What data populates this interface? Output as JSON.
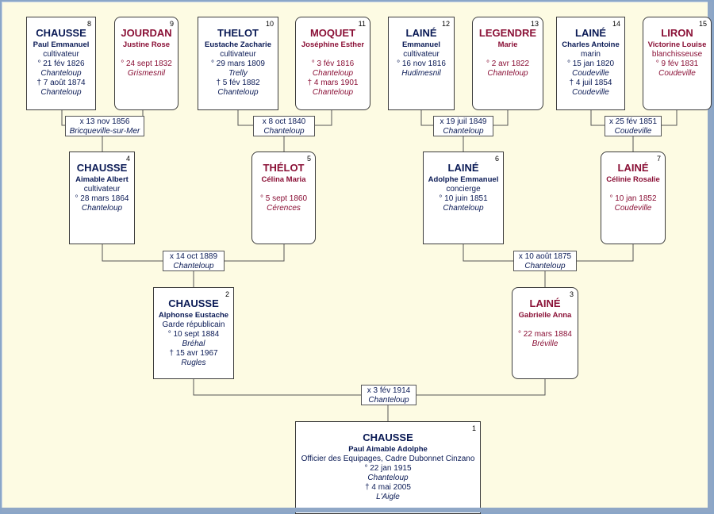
{
  "persons": {
    "p1": {
      "num": "1",
      "surname": "CHAUSSE",
      "given": "Paul Aimable Adolphe",
      "occupation": "Officier des Equipages, Cadre Dubonnet Cinzano",
      "birth": "° 22 jan 1915",
      "birth_place": "Chanteloup",
      "death": "† 4 mai 2005",
      "death_place": "L'Aigle"
    },
    "p2": {
      "num": "2",
      "surname": "CHAUSSE",
      "given": "Alphonse Eustache",
      "occupation": "Garde républicain",
      "birth": "° 10 sept 1884",
      "birth_place": "Bréhal",
      "death": "† 15 avr 1967",
      "death_place": "Rugles"
    },
    "p3": {
      "num": "3",
      "surname": "LAINÉ",
      "given": "Gabrielle Anna",
      "birth": "° 22 mars 1884",
      "birth_place": "Bréville"
    },
    "p4": {
      "num": "4",
      "surname": "CHAUSSE",
      "given": "Aimable Albert",
      "occupation": "cultivateur",
      "birth": "° 28 mars 1864",
      "birth_place": "Chanteloup"
    },
    "p5": {
      "num": "5",
      "surname": "THÉLOT",
      "given": "Célina Maria",
      "birth": "° 5 sept 1860",
      "birth_place": "Cérences"
    },
    "p6": {
      "num": "6",
      "surname": "LAINÉ",
      "given": "Adolphe Emmanuel",
      "occupation": "concierge",
      "birth": "° 10 juin 1851",
      "birth_place": "Chanteloup"
    },
    "p7": {
      "num": "7",
      "surname": "LAINÉ",
      "given": "Célinie Rosalie",
      "birth": "° 10 jan 1852",
      "birth_place": "Coudeville"
    },
    "p8": {
      "num": "8",
      "surname": "CHAUSSE",
      "given": "Paul Emmanuel",
      "occupation": "cultivateur",
      "birth": "° 21 fév 1826",
      "birth_place": "Chanteloup",
      "death": "† 7 août 1874",
      "death_place": "Chanteloup"
    },
    "p9": {
      "num": "9",
      "surname": "JOURDAN",
      "given": "Justine Rose",
      "birth": "° 24 sept 1832",
      "birth_place": "Grismesnil"
    },
    "p10": {
      "num": "10",
      "surname": "THELOT",
      "given": "Eustache Zacharie",
      "occupation": "cultivateur",
      "birth": "° 29 mars 1809",
      "birth_place": "Trelly",
      "death": "† 5 fév 1882",
      "death_place": "Chanteloup"
    },
    "p11": {
      "num": "11",
      "surname": "MOQUET",
      "given": "Joséphine Esther",
      "birth": "° 3 fév 1816",
      "birth_place": "Chanteloup",
      "death": "† 4 mars 1901",
      "death_place": "Chanteloup"
    },
    "p12": {
      "num": "12",
      "surname": "LAINÉ",
      "given": "Emmanuel",
      "occupation": "cultivateur",
      "birth": "° 16 nov 1816",
      "birth_place": "Hudimesnil"
    },
    "p13": {
      "num": "13",
      "surname": "LEGENDRE",
      "given": "Marie",
      "birth": "° 2 avr 1822",
      "birth_place": "Chanteloup"
    },
    "p14": {
      "num": "14",
      "surname": "LAINÉ",
      "given": "Charles Antoine",
      "occupation": "marin",
      "birth": "° 15 jan 1820",
      "birth_place": "Coudeville",
      "death": "† 4 juil 1854",
      "death_place": "Coudeville"
    },
    "p15": {
      "num": "15",
      "surname": "LIRON",
      "given": "Victorine Louise",
      "occupation": "blanchisseuse",
      "birth": "° 9 fév 1831",
      "birth_place": "Coudeville"
    }
  },
  "marriages": {
    "m1": {
      "date": "x 3 fév 1914",
      "place": "Chanteloup"
    },
    "m2": {
      "date": "x 14 oct 1889",
      "place": "Chanteloup"
    },
    "m3": {
      "date": "x 10 août 1875",
      "place": "Chanteloup"
    },
    "m4": {
      "date": "x 13 nov 1856",
      "place": "Bricqueville-sur-Mer"
    },
    "m5": {
      "date": "x 8 oct 1840",
      "place": "Chanteloup"
    },
    "m6": {
      "date": "x 19 juil 1849",
      "place": "Chanteloup"
    },
    "m7": {
      "date": "x 25 fév 1851",
      "place": "Coudeville"
    }
  },
  "colors": {
    "male": "#0a1a55",
    "female": "#8a1036",
    "background": "#fdfbe3",
    "frame": "#8fa7c6"
  }
}
